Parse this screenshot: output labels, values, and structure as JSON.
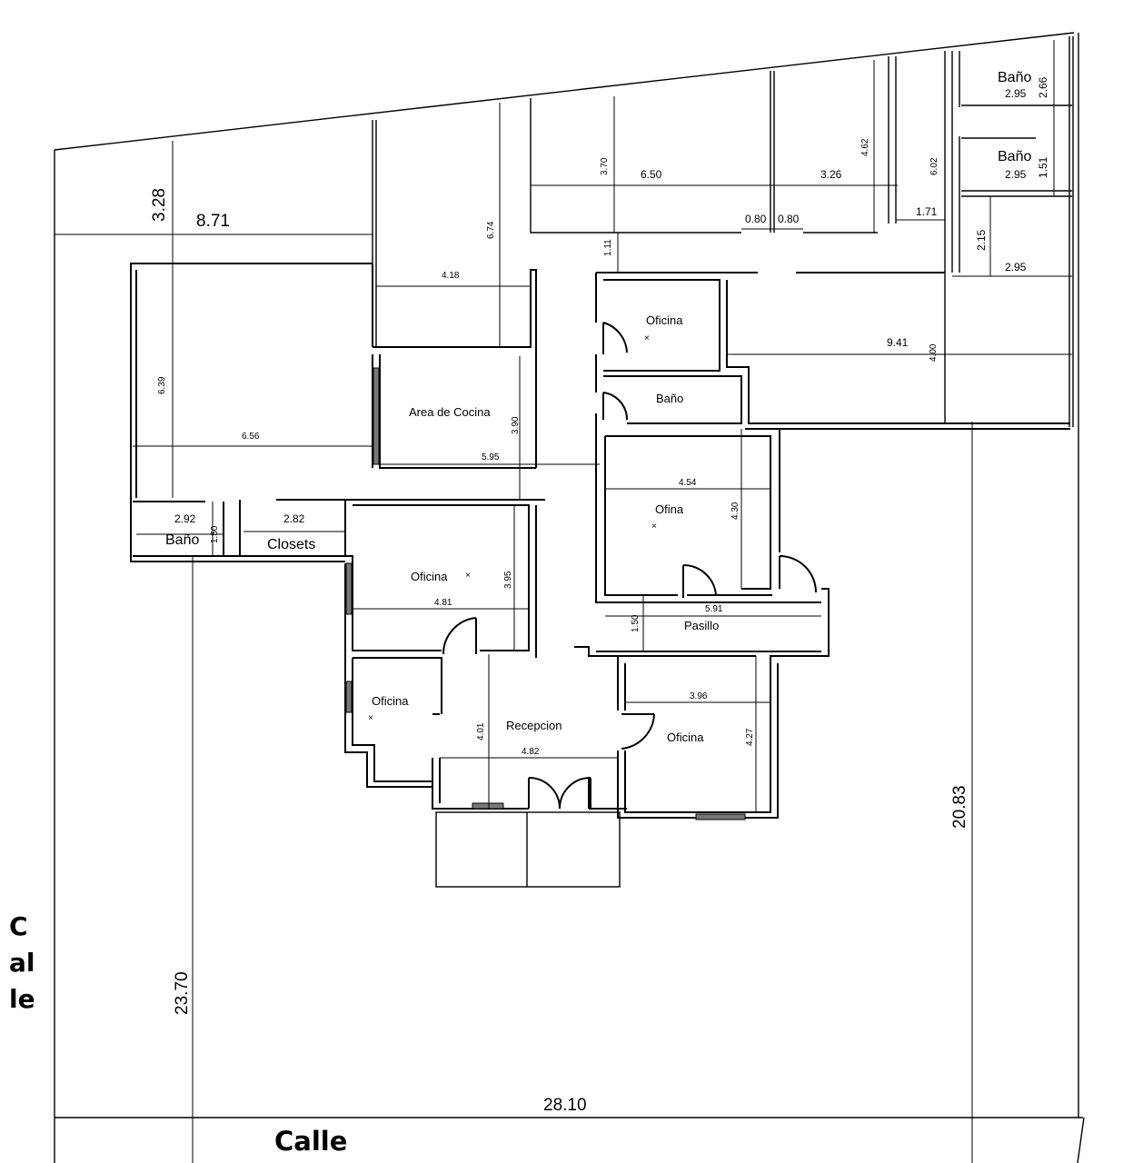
{
  "rooms": {
    "bano_ne_1": "Baño",
    "bano_ne_2": "Baño",
    "oficina_n": "Oficina",
    "bano_c": "Baño",
    "cocina": "Area de Cocina",
    "ofina": "Ofina",
    "bano_w": "Baño",
    "closets": "Closets",
    "oficina_c": "Oficina",
    "pasillo": "Pasillo",
    "oficina_sw": "Oficina",
    "recepcion": "Recepcion",
    "oficina_se": "Oficina"
  },
  "dimensions": {
    "d_3_28": "3.28",
    "d_8_71": "8.71",
    "d_6_74": "6.74",
    "d_4_18": "4.18",
    "d_6_39": "6.39",
    "d_6_56": "6.56",
    "d_3_90": "3.90",
    "d_5_95": "5.95",
    "d_2_92": "2.92",
    "d_1_50a": "1.50",
    "d_2_82": "2.82",
    "d_3_70": "3.70",
    "d_6_50": "6.50",
    "d_3_26": "3.26",
    "d_4_62": "4.62",
    "d_0_80a": "0.80",
    "d_0_80b": "0.80",
    "d_1_11": "1.11",
    "d_6_02": "6.02",
    "d_1_71": "1.71",
    "d_2_95a": "2.95",
    "d_2_66": "2.66",
    "d_2_95b": "2.95",
    "d_1_51": "1.51",
    "d_2_15": "2.15",
    "d_2_95c": "2.95",
    "d_9_41": "9.41",
    "d_4_00": "4.00",
    "d_4_54": "4.54",
    "d_4_30": "4.30",
    "d_3_95": "3.95",
    "d_4_81": "4.81",
    "d_5_91": "5.91",
    "d_1_50b": "1.50",
    "d_3_96": "3.96",
    "d_4_27": "4.27",
    "d_4_01": "4.01",
    "d_4_82": "4.82",
    "d_23_70": "23.70",
    "d_20_83": "20.83",
    "d_28_10": "28.10"
  },
  "streets": {
    "bottom": "Calle",
    "left_line1": "C",
    "left_line2": "al",
    "left_line3": "le"
  }
}
